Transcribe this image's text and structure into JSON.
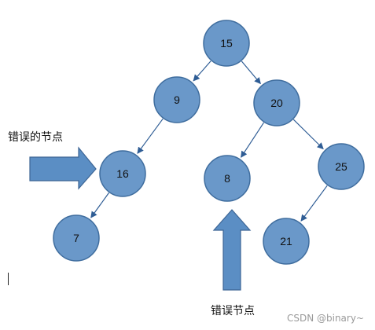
{
  "colors": {
    "node_fill": "#6a98c9",
    "node_stroke": "#3f6d9e",
    "edge": "#2f5d95",
    "arrow_fill": "#5b8ec4",
    "arrow_stroke": "#3c6595",
    "text": "#111111"
  },
  "nodes": [
    {
      "id": "n15",
      "label": "15"
    },
    {
      "id": "n9",
      "label": "9"
    },
    {
      "id": "n20",
      "label": "20"
    },
    {
      "id": "n16",
      "label": "16"
    },
    {
      "id": "n8",
      "label": "8"
    },
    {
      "id": "n25",
      "label": "25"
    },
    {
      "id": "n7",
      "label": "7"
    },
    {
      "id": "n21",
      "label": "21"
    }
  ],
  "edges": [
    {
      "from": "n15",
      "to": "n9"
    },
    {
      "from": "n15",
      "to": "n20"
    },
    {
      "from": "n9",
      "to": "n16"
    },
    {
      "from": "n20",
      "to": "n8"
    },
    {
      "from": "n20",
      "to": "n25"
    },
    {
      "from": "n16",
      "to": "n7"
    },
    {
      "from": "n25",
      "to": "n21"
    }
  ],
  "annotations": {
    "left_label": "错误的节点",
    "bottom_label": "错误节点"
  },
  "watermark": "CSDN @binary~"
}
